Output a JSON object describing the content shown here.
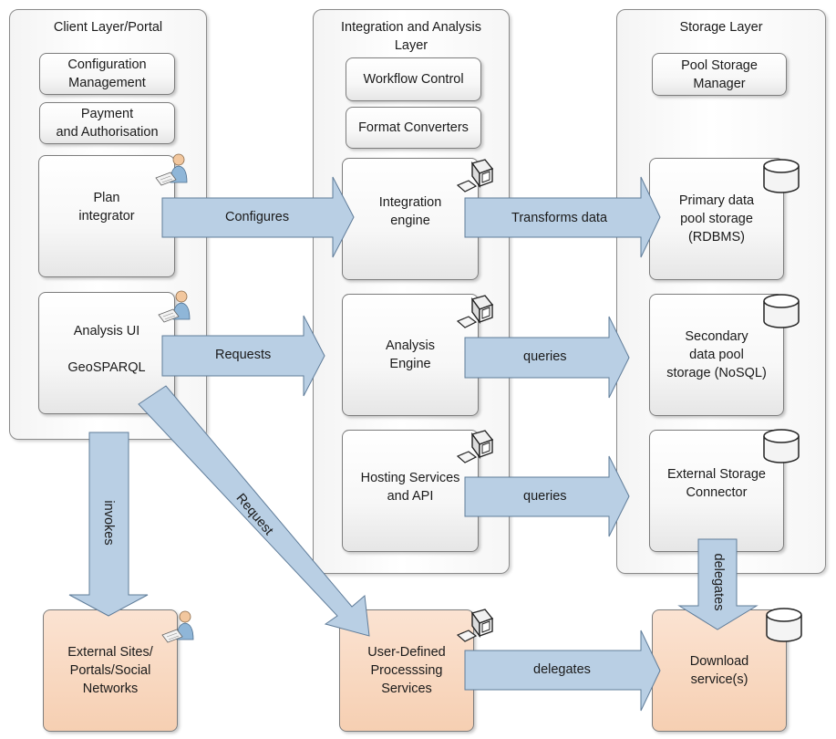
{
  "layers": {
    "client": "Client Layer/Portal",
    "integration": "Integration and Analysis\nLayer",
    "storage": "Storage Layer"
  },
  "components": {
    "config_mgmt": "Configuration\nManagement",
    "payment": "Payment\nand Authorisation",
    "plan_integrator": "Plan\nintegrator",
    "analysis_ui": "Analysis UI\n\nGeoSPARQL",
    "workflow_control": "Workflow Control",
    "format_converters": "Format Converters",
    "integration_engine": "Integration\nengine",
    "analysis_engine": "Analysis\nEngine",
    "hosting_services": "Hosting Services\nand API",
    "pool_storage_manager": "Pool Storage\nManager",
    "primary_storage": "Primary data\npool storage\n(RDBMS)",
    "secondary_storage": "Secondary\ndata pool\nstorage (NoSQL)",
    "external_storage": "External Storage\nConnector",
    "external_sites": "External Sites/\nPortals/Social\nNetworks",
    "user_defined": "User-Defined\nProcesssing\nServices",
    "download_service": "Download\nservice(s)"
  },
  "arrows": {
    "configures": "Configures",
    "transforms": "Transforms data",
    "requests": "Requests",
    "queries_1": "queries",
    "queries_2": "queries",
    "invokes": "invokes",
    "request": "Request",
    "delegates_vertical": "delegates",
    "delegates_horizontal": "delegates"
  },
  "icons": {
    "person": "person-at-computer-icon",
    "computer": "computer-icon",
    "database": "database-icon"
  },
  "colors": {
    "arrow_fill": "#b9cfe4",
    "arrow_stroke": "#5f7c99",
    "external_fill": "#f8d4bb"
  }
}
